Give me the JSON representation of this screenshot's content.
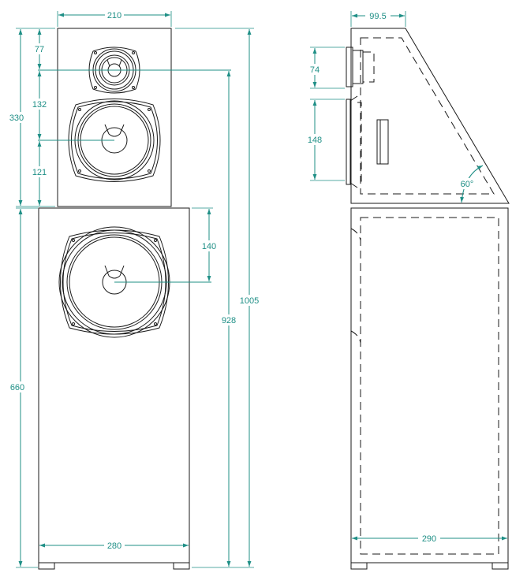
{
  "colors": {
    "dimension": "#1f8f86",
    "outline": "#1a1a1a"
  },
  "front_view": {
    "top_width": "210",
    "bottom_width": "280",
    "tweeter_offset": "77",
    "tweeter_to_mid": "132",
    "mid_to_bottom": "121",
    "top_height": "330",
    "bottom_height": "660",
    "woofer_offset": "140",
    "tweeter_height": "928",
    "total_height": "1005"
  },
  "side_view": {
    "top_depth": "99.5",
    "tweeter_height": "74",
    "mid_height": "148",
    "baffle_angle": "60°",
    "bottom_depth": "290"
  }
}
